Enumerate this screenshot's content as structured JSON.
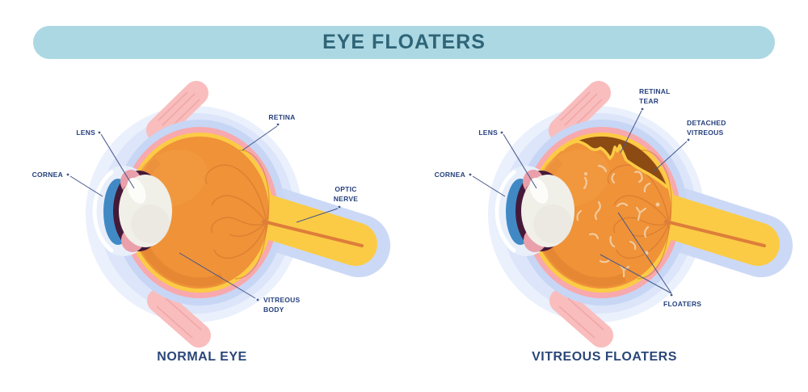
{
  "title": "EYE FLOATERS",
  "panels": {
    "left": {
      "caption": "NORMAL EYE",
      "labels": {
        "lens": "LENS",
        "cornea": "CORNEA",
        "retina": "RETINA",
        "optic_nerve_line1": "OPTIC",
        "optic_nerve_line2": "NERVE",
        "vitreous_body_line1": "VITREOUS",
        "vitreous_body_line2": "BODY"
      }
    },
    "right": {
      "caption": "VITREOUS FLOATERS",
      "labels": {
        "lens": "LENS",
        "cornea": "CORNEA",
        "retinal_tear_line1": "RETINAL",
        "retinal_tear_line2": "TEAR",
        "detached_vitreous_line1": "DETACHED",
        "detached_vitreous_line2": "VITREOUS",
        "floaters": "FLOATERS"
      }
    }
  },
  "colors": {
    "banner_bg": "#ACD8E4",
    "banner_text": "#2E6577",
    "label_text": "#26417D",
    "caption_text": "#2B4778",
    "sclera_halo": "#EAF0FC",
    "sclera_ring": "#C7D6F5",
    "choroid_pink": "#F7A9AD",
    "retina_yellow": "#FCCB45",
    "vitreous_orange": "#EF9238",
    "detached_vitreous_brown": "#8C4B13",
    "floater_tan": "#F2CDA2",
    "lens_white": "#F0EFE8",
    "iris_blue": "#4189C5",
    "muscle_pink": "#F9BDBD",
    "optic_nerve_stripe": "#DD7E3B"
  }
}
